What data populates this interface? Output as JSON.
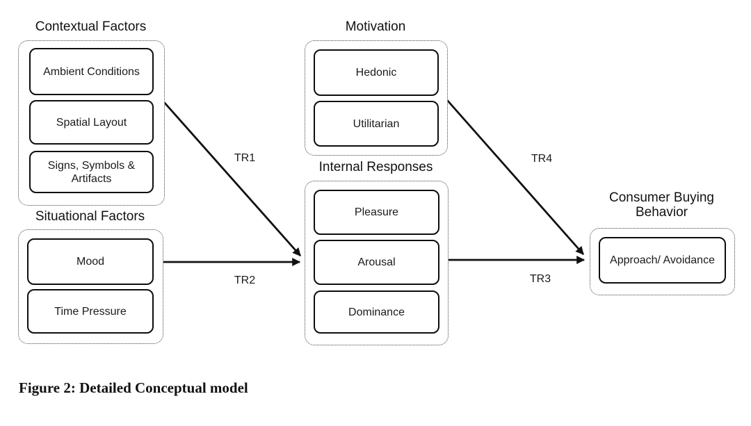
{
  "figure": {
    "caption": "Figure 2: Detailed Conceptual model"
  },
  "diagram": {
    "groups": {
      "contextual": {
        "title": "Contextual Factors",
        "items": [
          "Ambient Conditions",
          "Spatial Layout",
          "Signs, Symbols & Artifacts"
        ]
      },
      "situational": {
        "title": "Situational Factors",
        "items": [
          "Mood",
          "Time Pressure"
        ]
      },
      "motivation": {
        "title": "Motivation",
        "items": [
          "Hedonic",
          "Utilitarian"
        ]
      },
      "internal_responses": {
        "title": "Internal Responses",
        "items": [
          "Pleasure",
          "Arousal",
          "Dominance"
        ]
      },
      "consumer_buying_behavior": {
        "title": "Consumer Buying Behavior",
        "items": [
          "Approach/ Avoidance"
        ]
      }
    },
    "arrows": [
      {
        "label": "TR1",
        "from": "Contextual Factors",
        "to": "Internal Responses"
      },
      {
        "label": "TR2",
        "from": "Situational Factors",
        "to": "Internal Responses"
      },
      {
        "label": "TR3",
        "from": "Internal Responses",
        "to": "Consumer Buying Behavior"
      },
      {
        "label": "TR4",
        "from": "Motivation",
        "to": "Consumer Buying Behavior"
      }
    ],
    "colors": {
      "background": "#ffffff",
      "line": "#111111",
      "box_border": "#0d0d0d",
      "group_border": "#444444",
      "text": "#1a1a1a"
    }
  }
}
